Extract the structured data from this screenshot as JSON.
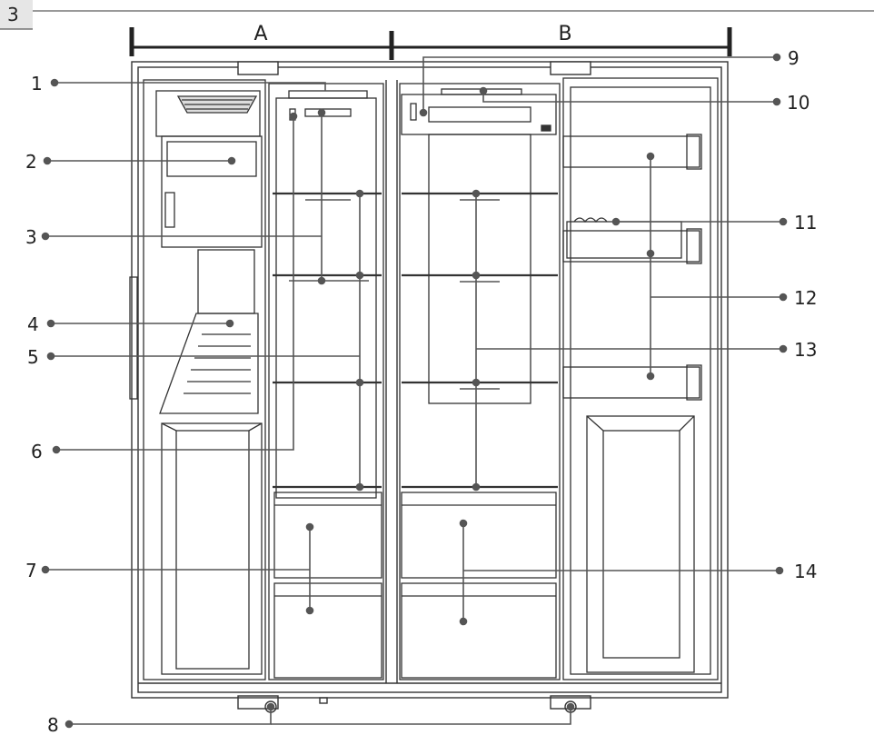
{
  "figure": {
    "number": "3"
  },
  "sections": {
    "left": "A",
    "right": "B"
  },
  "callouts": {
    "c1": "1",
    "c2": "2",
    "c3": "3",
    "c4": "4",
    "c5": "5",
    "c6": "6",
    "c7": "7",
    "c8": "8",
    "c9": "9",
    "c10": "10",
    "c11": "11",
    "c12": "12",
    "c13": "13",
    "c14": "14"
  }
}
